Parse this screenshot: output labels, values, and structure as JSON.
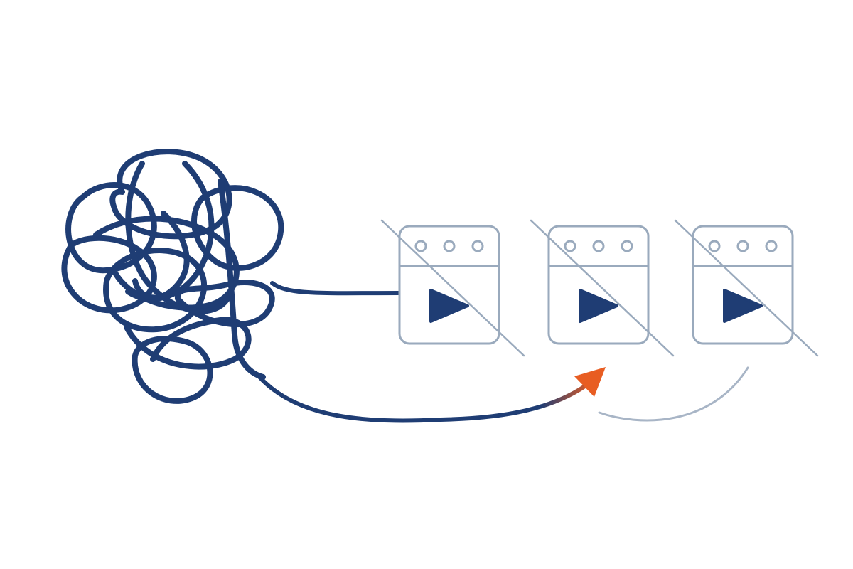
{
  "colors": {
    "background": "#ffffff",
    "tangle": "#1f3d74",
    "connector": "#1f3d74",
    "window_outline": "#9aaabd",
    "play_triangle": "#1f3d74",
    "arrow_accent": "#e85d22",
    "faded_arc": "#a8b5c6"
  },
  "diagram": {
    "tangle": {
      "icon": "tangled-thread-icon"
    },
    "windows": [
      {
        "icon": "video-window-crossed-icon",
        "dots": 3,
        "crossed_out": true
      },
      {
        "icon": "video-window-crossed-icon",
        "dots": 3,
        "crossed_out": true
      },
      {
        "icon": "video-window-crossed-icon",
        "dots": 3,
        "crossed_out": true
      }
    ],
    "redirect_arrow": {
      "icon": "curved-arrow-icon",
      "target_window": 2
    },
    "faded_arc": {
      "icon": "faded-arc-icon"
    }
  }
}
